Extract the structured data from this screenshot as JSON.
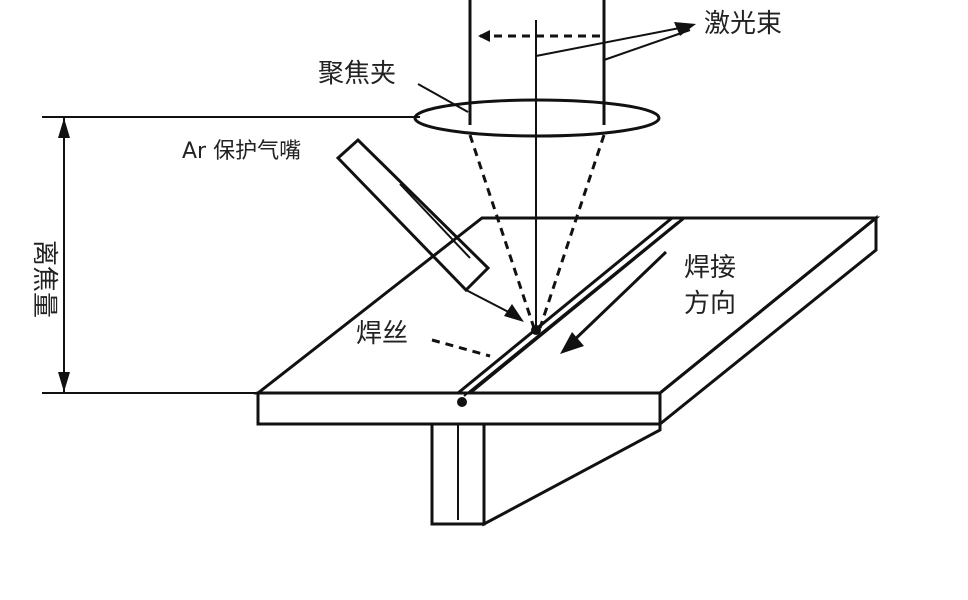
{
  "labels": {
    "laser_beam": "激光束",
    "focusing_lens": "聚焦夹",
    "ar_nozzle": "Ar 保护气嘴",
    "defocus_amount": "离焦量",
    "filler_wire": "焊丝",
    "welding_direction_line1": "焊接",
    "welding_direction_line2": "方向"
  },
  "colors": {
    "line": "#111111",
    "background": "#ffffff"
  }
}
